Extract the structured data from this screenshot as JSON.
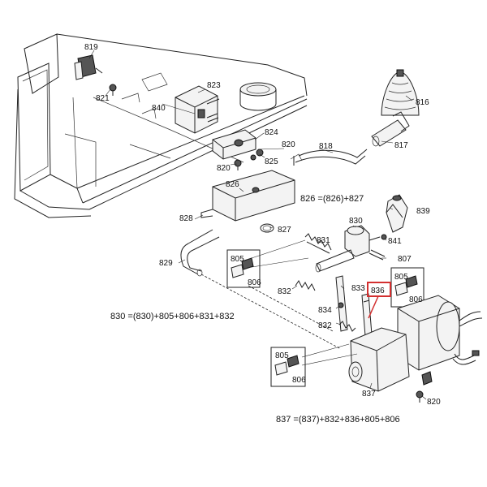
{
  "labels": {
    "p819": "819",
    "p821": "821",
    "p823": "823",
    "p840": "840",
    "p816": "816",
    "p824": "824",
    "p825": "825",
    "p820a": "820",
    "p820b": "820",
    "p818": "818",
    "p817": "817",
    "p826": "826",
    "p839": "839",
    "p828": "828",
    "p830": "830",
    "p827": "827",
    "p841": "841",
    "p831": "831",
    "p829": "829",
    "p805a": "805",
    "p806a": "806",
    "p807": "807",
    "p832a": "832",
    "p833": "833",
    "p836": "836",
    "p805b": "805",
    "p806b": "806",
    "p834": "834",
    "p832b": "832",
    "p805c": "805",
    "p806c": "806",
    "p837": "837",
    "p820c": "820"
  },
  "equations": {
    "e826": "826 =(826)+827",
    "e830": "830 =(830)+805+806+831+832",
    "e837": "837 =(837)+832+836+805+806"
  },
  "highlight_color": "#d32f2f"
}
